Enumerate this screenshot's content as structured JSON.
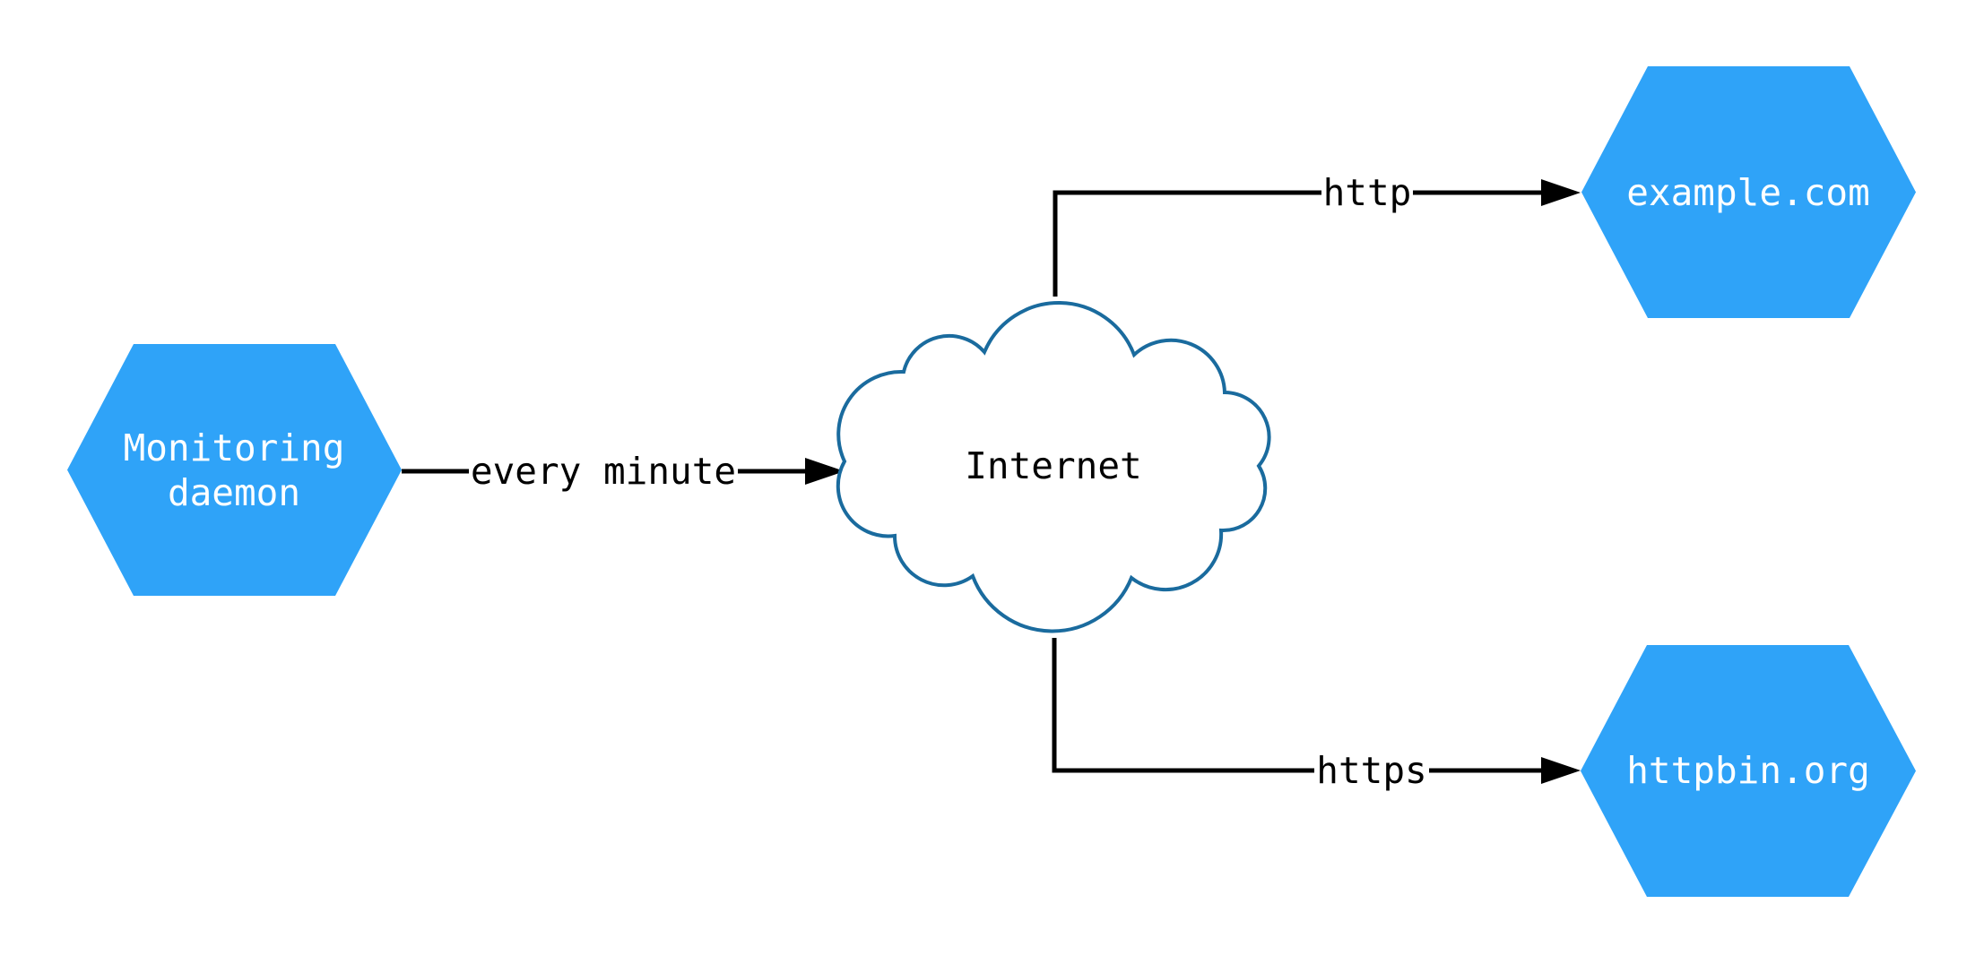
{
  "diagram": {
    "type": "network-monitoring-diagram",
    "nodes": [
      {
        "id": "monitoring-daemon",
        "shape": "hexagon",
        "label": "Monitoring daemon",
        "label_lines": [
          "Monitoring",
          "daemon"
        ]
      },
      {
        "id": "internet",
        "shape": "cloud",
        "label": "Internet"
      },
      {
        "id": "example-com",
        "shape": "hexagon",
        "label": "example.com"
      },
      {
        "id": "httpbin-org",
        "shape": "hexagon",
        "label": "httpbin.org"
      }
    ],
    "edges": [
      {
        "from": "monitoring-daemon",
        "to": "internet",
        "label": "every minute"
      },
      {
        "from": "internet",
        "to": "example-com",
        "label": "http"
      },
      {
        "from": "internet",
        "to": "httpbin-org",
        "label": "https"
      }
    ],
    "colors": {
      "background": "#ffffff",
      "hexagon_fill": "#2fa3f8",
      "hexagon_text": "#ffffff",
      "cloud_stroke": "#1a6b9e",
      "cloud_fill": "#ffffff",
      "edge_line": "#000000",
      "edge_label_text": "#000000"
    }
  }
}
